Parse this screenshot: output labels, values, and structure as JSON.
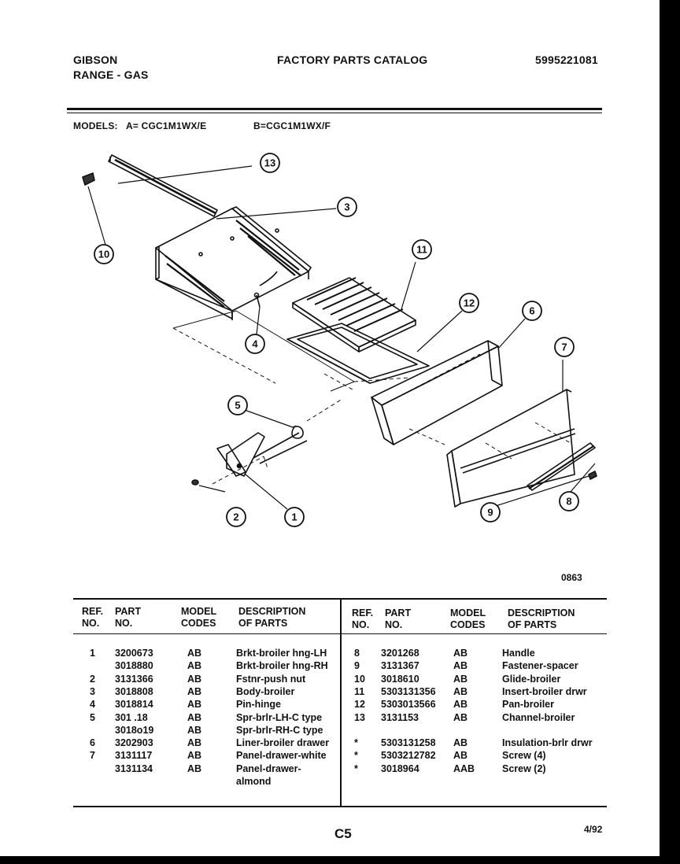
{
  "header": {
    "brand": "GIBSON",
    "product": "RANGE - GAS",
    "title": "FACTORY PARTS CATALOG",
    "catalog_number": "5995221081"
  },
  "models": {
    "label": "MODELS:",
    "a": "A= CGC1M1WX/E",
    "b": "B=CGC1M1WX/F"
  },
  "diagram": {
    "callouts": [
      "13",
      "3",
      "10",
      "11",
      "12",
      "6",
      "4",
      "7",
      "5",
      "9",
      "8",
      "2",
      "1"
    ],
    "figure_number": "0863"
  },
  "table": {
    "headers": {
      "ref": "REF.",
      "ref2": "NO.",
      "part": "PART",
      "part2": "NO.",
      "model": "MODEL",
      "model2": "CODES",
      "desc": "DESCRIPTION",
      "desc2": "OF PARTS"
    },
    "left_rows": [
      {
        "ref": "1",
        "part": "3200673",
        "model": "AB",
        "desc": "Brkt-broiler hng-LH"
      },
      {
        "ref": "",
        "part": "3018880",
        "model": "AB",
        "desc": "Brkt-broiler hng-RH"
      },
      {
        "ref": "2",
        "part": "3131366",
        "model": "AB",
        "desc": "Fstnr-push nut"
      },
      {
        "ref": "3",
        "part": "3018808",
        "model": "AB",
        "desc": "Body-broiler"
      },
      {
        "ref": "4",
        "part": "3018814",
        "model": "AB",
        "desc": "Pin-hinge"
      },
      {
        "ref": "5",
        "part": "301 .18",
        "model": "AB",
        "desc": "Spr-brlr-LH-C type"
      },
      {
        "ref": "",
        "part": "3018o19",
        "model": "AB",
        "desc": "Spr-brlr-RH-C type"
      },
      {
        "ref": "6",
        "part": "3202903",
        "model": "AB",
        "desc": "Liner-broiler drawer"
      },
      {
        "ref": "7",
        "part": "3131117",
        "model": "AB",
        "desc": "Panel-drawer-white"
      },
      {
        "ref": "",
        "part": "3131134",
        "model": "AB",
        "desc": "Panel-drawer-"
      },
      {
        "ref": "",
        "part": "",
        "model": "",
        "desc": "almond"
      }
    ],
    "right_rows": [
      {
        "ref": "8",
        "part": "3201268",
        "model": "AB",
        "desc": "Handle"
      },
      {
        "ref": "9",
        "part": "3131367",
        "model": "AB",
        "desc": "Fastener-spacer"
      },
      {
        "ref": "10",
        "part": "3018610",
        "model": "AB",
        "desc": "Glide-broiler"
      },
      {
        "ref": "11",
        "part": "5303131356",
        "model": "AB",
        "desc": "Insert-broiler drwr"
      },
      {
        "ref": "12",
        "part": "5303013566",
        "model": "AB",
        "desc": "Pan-broiler"
      },
      {
        "ref": "13",
        "part": "3131153",
        "model": "AB",
        "desc": "Channel-broiler"
      },
      {
        "ref": "",
        "part": "",
        "model": "",
        "desc": ""
      },
      {
        "ref": "*",
        "part": "5303131258",
        "model": "AB",
        "desc": "Insulation-brlr drwr"
      },
      {
        "ref": "*",
        "part": "5303212782",
        "model": "AB",
        "desc": "Screw (4)"
      },
      {
        "ref": "*",
        "part": "3018964",
        "model": "AAB",
        "desc": "Screw (2)"
      }
    ]
  },
  "footer": {
    "page_code": "C5",
    "date": "4/92"
  }
}
